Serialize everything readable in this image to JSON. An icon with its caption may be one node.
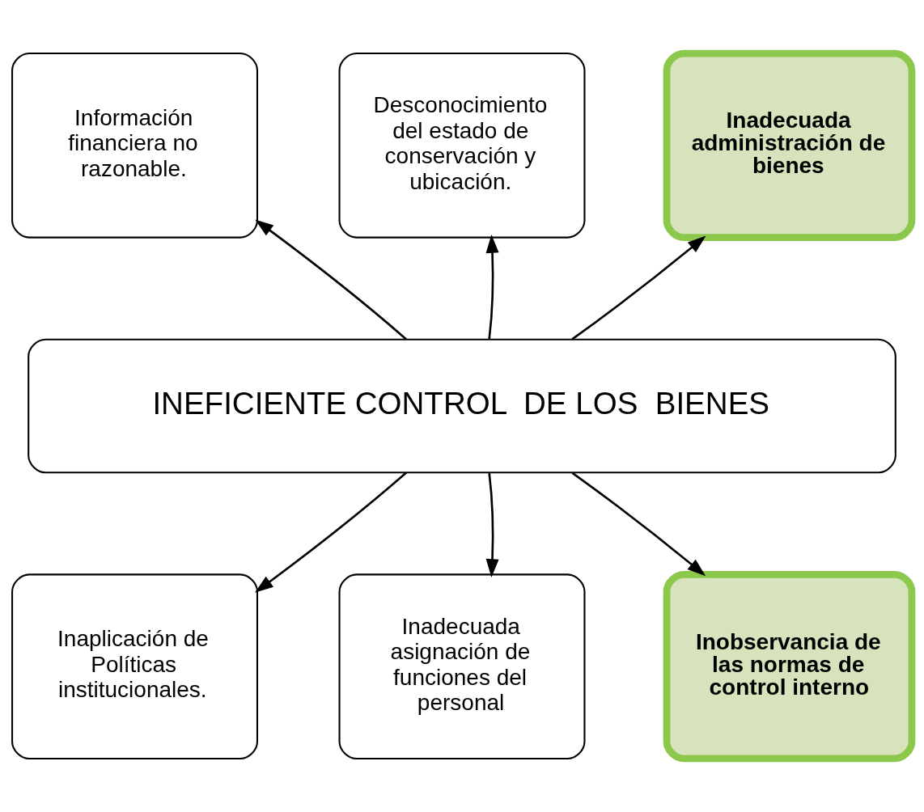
{
  "diagram": {
    "nodes": [
      {
        "text": [
          "Información financiera no razonable."
        ]
      },
      {
        "text": [
          "Desconocimiento del estado de conservación y ubicación."
        ]
      },
      {
        "text": [
          "Inadecuada administración de bienes"
        ]
      },
      {
        "text": [
          "INEFICIENTE CONTROL  DE LOS  BIENES"
        ]
      },
      {
        "text": [
          "Inaplicación de Políticas institucionales."
        ]
      },
      {
        "text": [
          "Inadecuada asignación de funciones del personal"
        ]
      },
      {
        "text": [
          "Inobservancia de las normas de control interno"
        ]
      }
    ],
    "edges": [
      {
        "from": 3,
        "to": 0,
        "arrow": "to"
      },
      {
        "from": 3,
        "to": 1,
        "arrow": "to"
      },
      {
        "from": 3,
        "to": 2,
        "arrow": "to"
      },
      {
        "from": 3,
        "to": 4,
        "arrow": "to"
      },
      {
        "from": 3,
        "to": 5,
        "arrow": "to"
      },
      {
        "from": 3,
        "to": 6,
        "arrow": "to"
      }
    ]
  }
}
